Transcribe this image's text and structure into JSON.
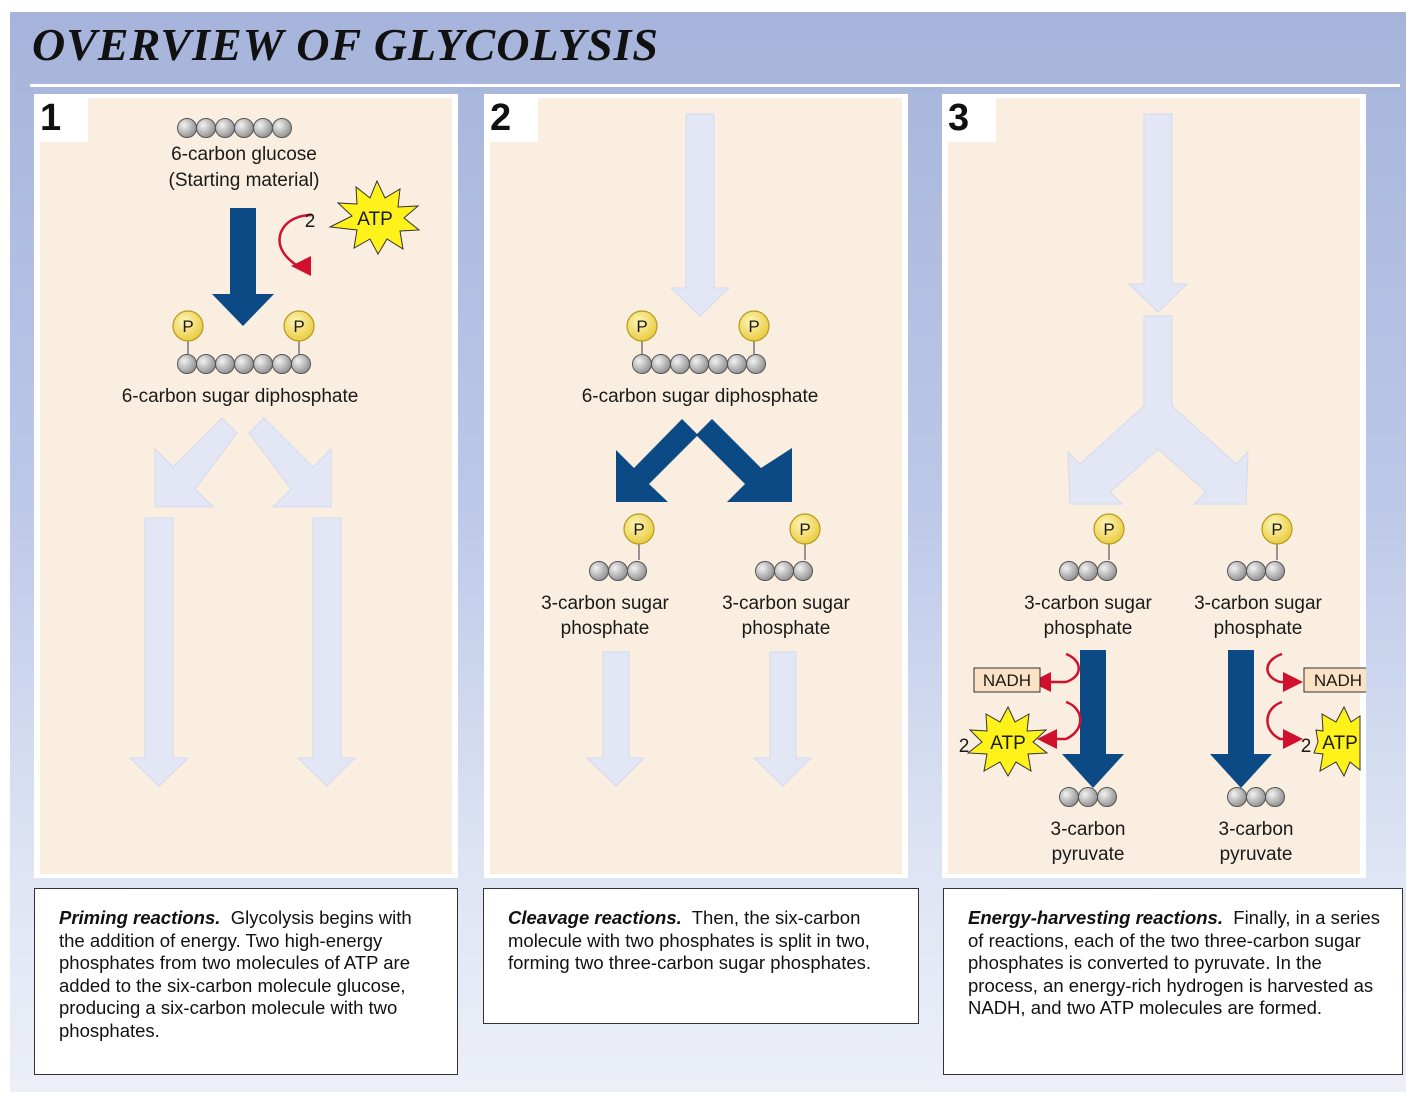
{
  "title": "OVERVIEW OF GLYCOLYSIS",
  "panels": [
    {
      "number": "1",
      "glucose_label_1": "6-carbon glucose",
      "glucose_label_2": "(Starting material)",
      "atp_count": "2",
      "atp": "ATP",
      "phosphate": "P",
      "diphosphate_label": "6-carbon sugar diphosphate",
      "caption_head": "Priming reactions.",
      "caption_body": "Glycolysis begins with the addition of energy.  Two high-energy phosphates from two molecules of ATP are added to the six-carbon molecule glucose, producing a six-carbon molecule with two phosphates."
    },
    {
      "number": "2",
      "phosphate": "P",
      "diphosphate_label": "6-carbon sugar diphosphate",
      "sugar_line_1": "3-carbon sugar",
      "sugar_line_2": "phosphate",
      "caption_head": "Cleavage reactions.",
      "caption_body": "Then, the six-carbon molecule with two phosphates is split in two, forming two three-carbon sugar phosphates."
    },
    {
      "number": "3",
      "phosphate": "P",
      "sugar_line_1": "3-carbon sugar",
      "sugar_line_2": "phosphate",
      "nadh": "NADH",
      "atp_count": "2",
      "atp": "ATP",
      "pyruvate_line_1": "3-carbon",
      "pyruvate_line_2": "pyruvate",
      "caption_head": "Energy-harvesting reactions.",
      "caption_body": "Finally, in a series of reactions, each of the two three-carbon sugar phosphates is converted to pyruvate.  In the process, an energy-rich hydrogen is harvested as NADH, and two ATP molecules are formed."
    }
  ],
  "colors": {
    "dark_arrow": "#0c4a85",
    "light_arrow": "#e2e6f5",
    "panel_bg": "#f9eedf",
    "atp_burst": "#fff21a",
    "phosphate": "#f3df63",
    "carbon_ball": "#a9a9a9",
    "red_arrow": "#d0102c"
  }
}
